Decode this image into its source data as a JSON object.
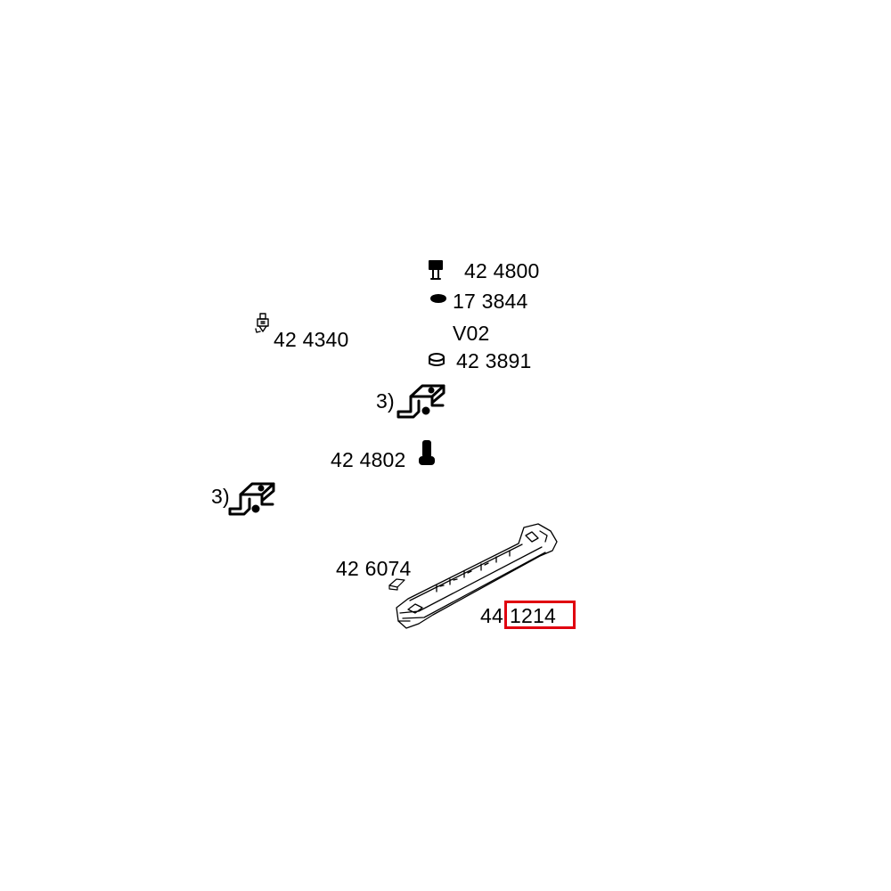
{
  "parts": {
    "screw_top": "42 4800",
    "washer": "17 3844",
    "variant": "V02",
    "nut": "42 3891",
    "clip_left": "42 4340",
    "bracket_note_a": "3)",
    "screw_bolt": "42 4802",
    "bracket_note_b": "3)",
    "tab": "42 6074",
    "rail_prefix": "44",
    "rail_suffix": "1214"
  },
  "highlight_color": "#e0000f"
}
